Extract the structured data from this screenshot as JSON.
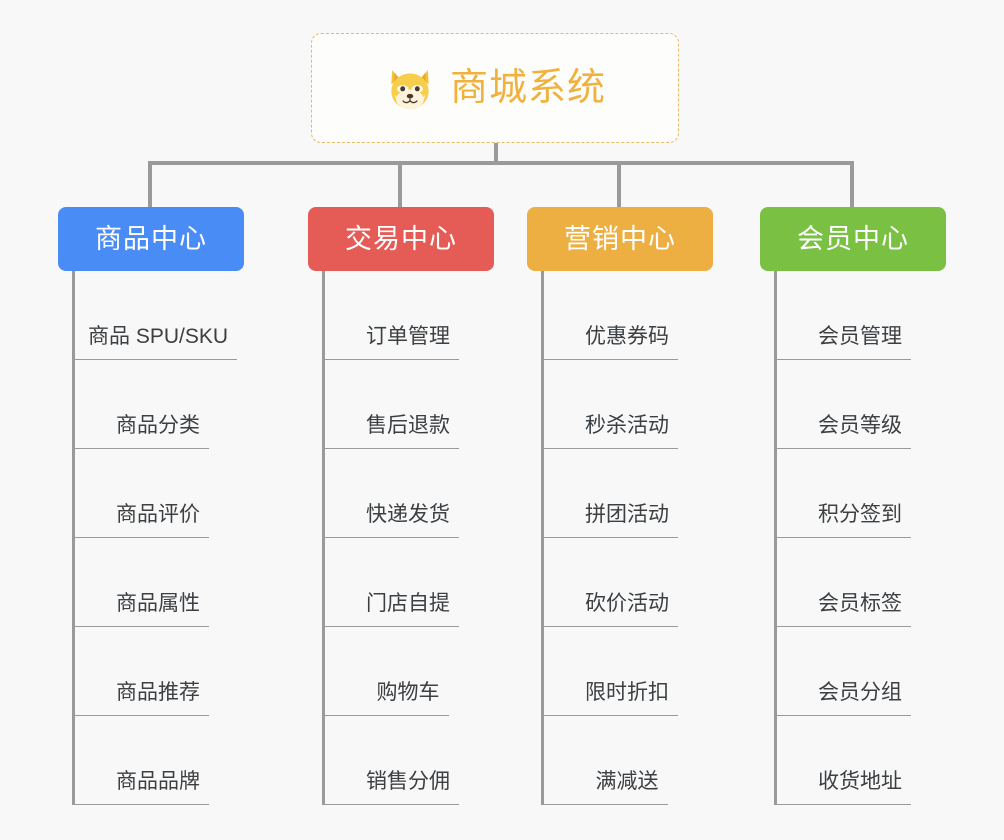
{
  "root": {
    "title": "商城系统",
    "icon": "shiba-dog-icon",
    "border_color": "#e8b964",
    "text_color": "#f0b13d"
  },
  "canvas": {
    "background": "#f8f8f8",
    "connector_color": "#9a9a9a"
  },
  "columns": [
    {
      "header": "商品中心",
      "color": "#4a8cf5",
      "items": [
        "商品 SPU/SKU",
        "商品分类",
        "商品评价",
        "商品属性",
        "商品推荐",
        "商品品牌"
      ]
    },
    {
      "header": "交易中心",
      "color": "#e55b55",
      "items": [
        "订单管理",
        "售后退款",
        "快递发货",
        "门店自提",
        "购物车",
        "销售分佣"
      ]
    },
    {
      "header": "营销中心",
      "color": "#edaf42",
      "items": [
        "优惠券码",
        "秒杀活动",
        "拼团活动",
        "砍价活动",
        "限时折扣",
        "满减送"
      ]
    },
    {
      "header": "会员中心",
      "color": "#7ac143",
      "items": [
        "会员管理",
        "会员等级",
        "积分签到",
        "会员标签",
        "会员分组",
        "收货地址"
      ]
    }
  ]
}
